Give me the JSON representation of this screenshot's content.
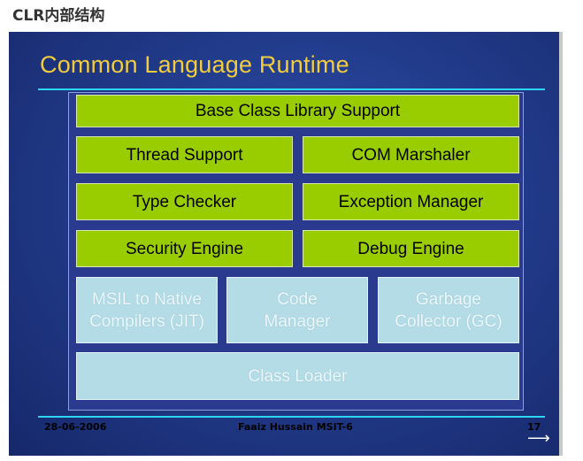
{
  "page": {
    "heading": "CLR内部结构"
  },
  "slide": {
    "title": "Common Language Runtime",
    "boxes": {
      "base_class_library": "Base Class Library Support",
      "thread_support": "Thread Support",
      "com_marshaler": "COM Marshaler",
      "type_checker": "Type Checker",
      "exception_manager": "Exception Manager",
      "security_engine": "Security Engine",
      "debug_engine": "Debug Engine",
      "msil_compilers": [
        "MSIL to Native",
        "Compilers (JIT)"
      ],
      "code_manager": [
        "Code",
        "Manager"
      ],
      "garbage_collector": [
        "Garbage",
        "Collector (GC)"
      ],
      "class_loader": "Class Loader"
    },
    "footer": {
      "date": "28-06-2006",
      "author": "Faaiz Hussain MSIT-6",
      "page_number": "17",
      "next_arrow": "⟶"
    }
  },
  "colors": {
    "title_text": "#f2cc3d",
    "accent_rule": "#2bd6f2",
    "green_box": "#9acd00",
    "pale_box": "#b4dce6",
    "slide_background": "#223c8c"
  }
}
